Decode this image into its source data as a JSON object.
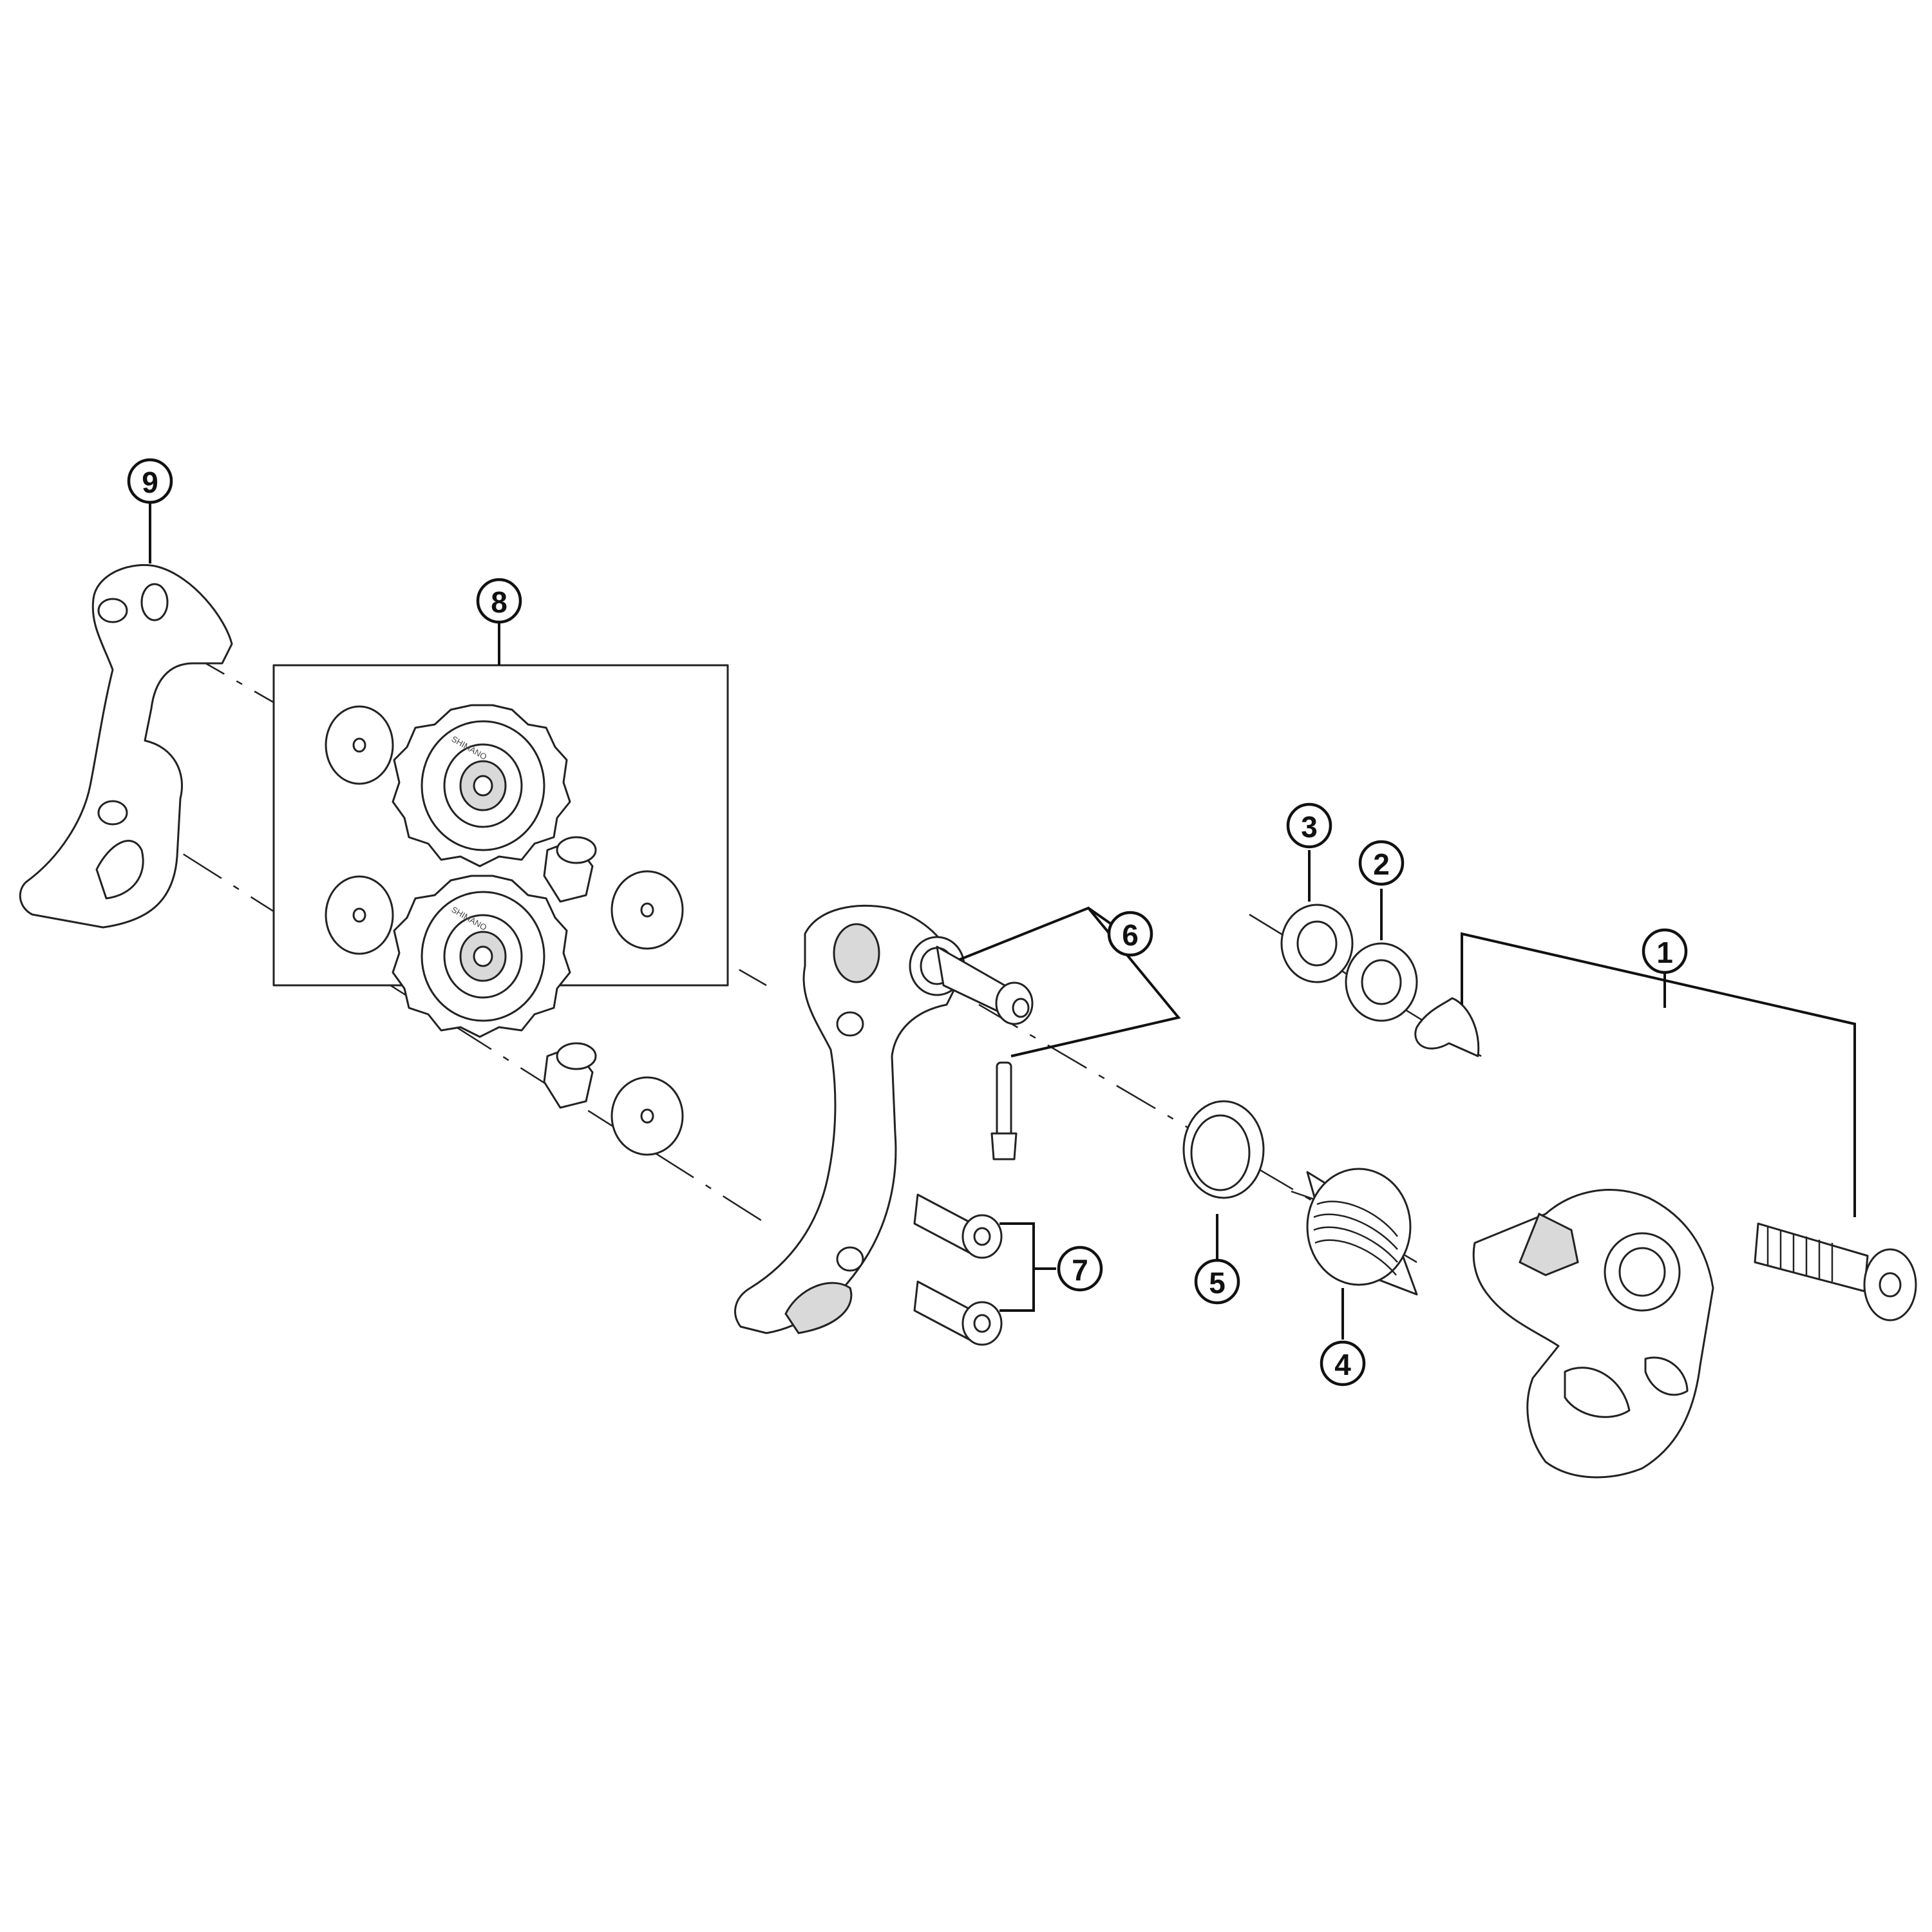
{
  "callouts": [
    {
      "id": "1",
      "label": "1"
    },
    {
      "id": "2",
      "label": "2"
    },
    {
      "id": "3",
      "label": "3"
    },
    {
      "id": "4",
      "label": "4"
    },
    {
      "id": "5",
      "label": "5"
    },
    {
      "id": "6",
      "label": "6"
    },
    {
      "id": "7",
      "label": "7"
    },
    {
      "id": "8",
      "label": "8"
    },
    {
      "id": "9",
      "label": "9"
    }
  ],
  "pulley_brand_text": "SHIMANO",
  "colors": {
    "line": "#222222",
    "background": "#ffffff",
    "shade": "#d9d9d9"
  }
}
